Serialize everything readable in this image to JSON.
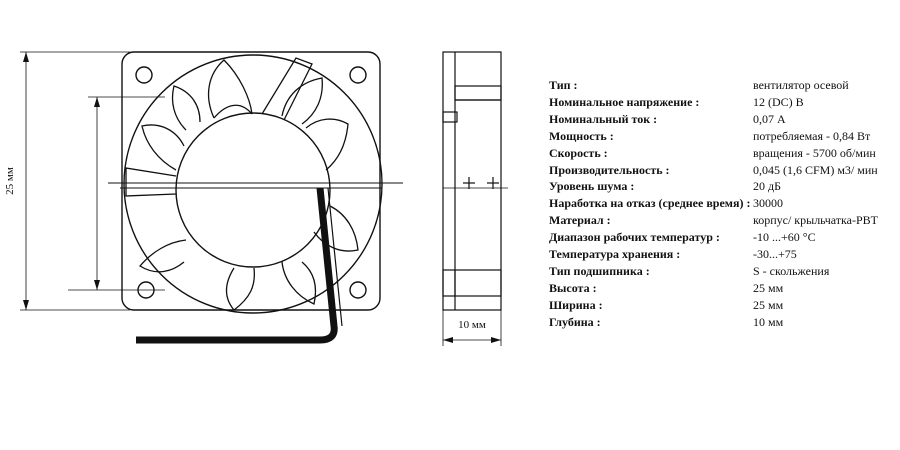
{
  "drawing": {
    "front_height_label": "25 мм",
    "side_depth_label": "10 мм"
  },
  "specs": [
    {
      "label": "Тип :",
      "value": "вентилятор осевой"
    },
    {
      "label": "Номинальное напряжение :",
      "value": "12 (DC) В"
    },
    {
      "label": "Номинальный ток :",
      "value": "0,07 А"
    },
    {
      "label": "Мощность :",
      "value": "потребляемая - 0,84 Вт"
    },
    {
      "label": "Скорость :",
      "value": "вращения - 5700 об/мин"
    },
    {
      "label": "Производительность :",
      "value": "0,045 (1,6 CFM) м3/ мин"
    },
    {
      "label": "Уровень шума :",
      "value": "20 дБ"
    },
    {
      "label": "Наработка на отказ (среднее время) :",
      "value": "30000"
    },
    {
      "label": "Материал :",
      "value": "корпус/ крыльчатка-PBT"
    },
    {
      "label": "Диапазон рабочих температур :",
      "value": "-10 ...+60 °C"
    },
    {
      "label": "Температура хранения :",
      "value": "-30...+75"
    },
    {
      "label": "Тип подшипника :",
      "value": "S - скольжения"
    },
    {
      "label": "Высота :",
      "value": "25 мм"
    },
    {
      "label": "Ширина :",
      "value": "25 мм"
    },
    {
      "label": "Глубина :",
      "value": "10 мм"
    }
  ]
}
